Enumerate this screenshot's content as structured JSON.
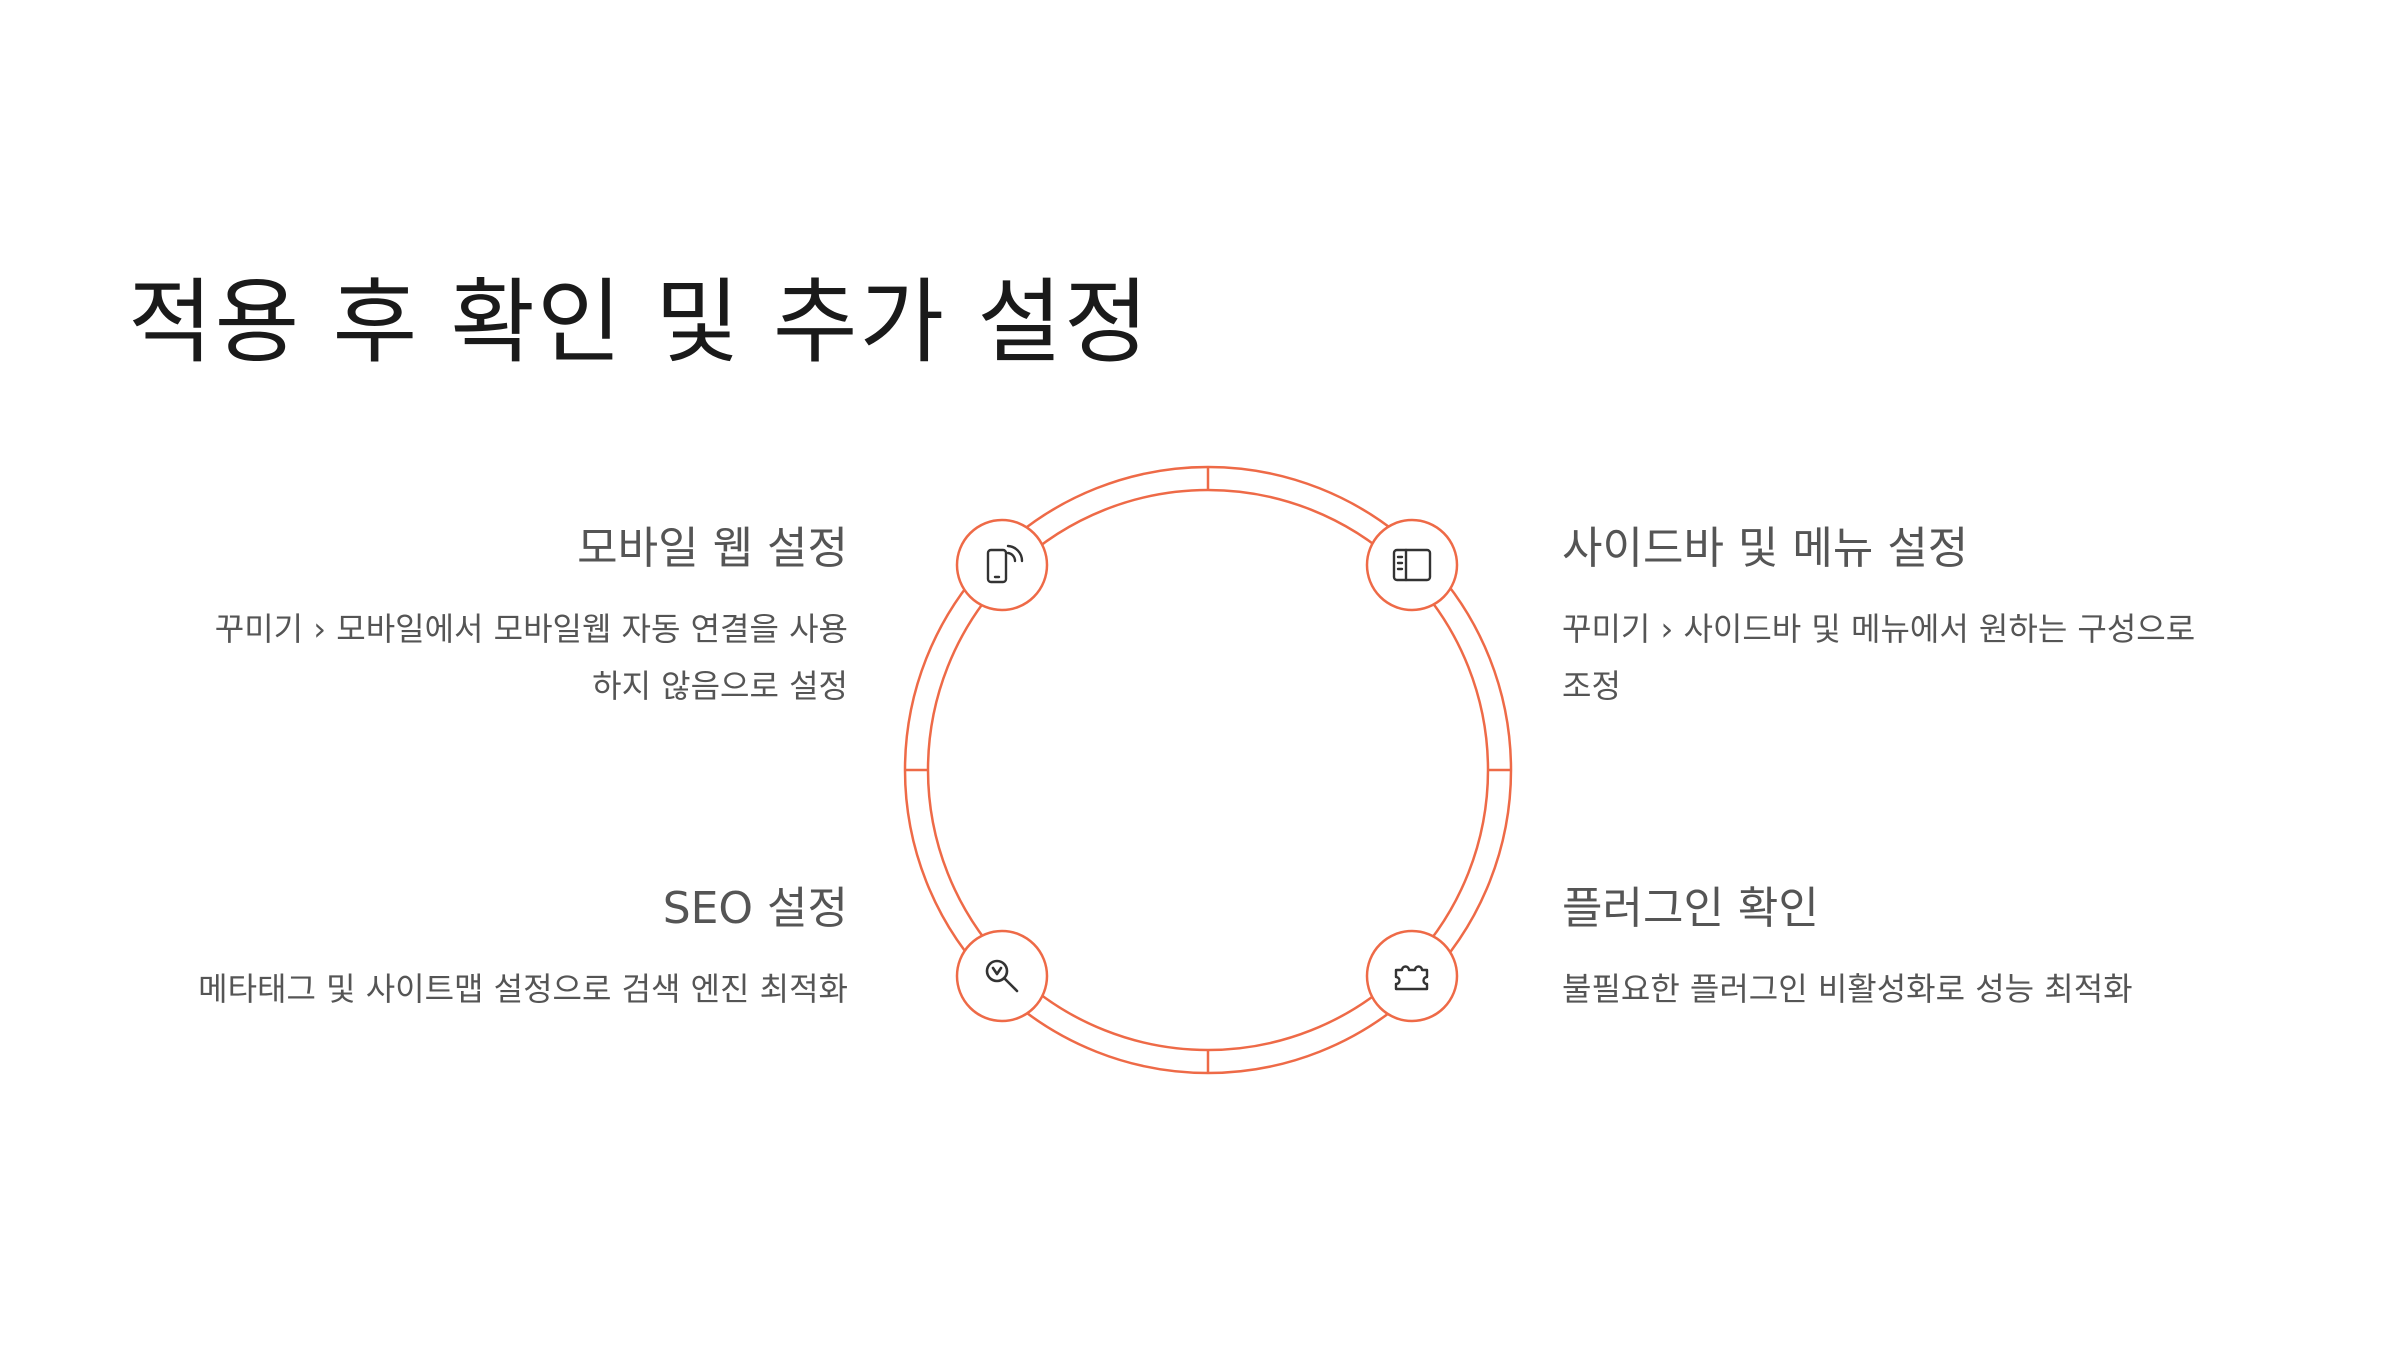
{
  "title": "적용 후 확인 및 추가 설정",
  "accent_color": "#ee6a47",
  "items": [
    {
      "id": "mobile",
      "title": "모바일 웹 설정",
      "line1": "꾸미기 › 모바일에서 모바일웹 자동 연결을 사용",
      "line2": "하지 않음으로 설정",
      "icon": "mobile-signal-icon"
    },
    {
      "id": "sidebar",
      "title": "사이드바 및 메뉴 설정",
      "line1": "꾸미기 › 사이드바 및 메뉴에서 원하는 구성으로",
      "line2": "조정",
      "icon": "sidebar-layout-icon"
    },
    {
      "id": "seo",
      "title": "SEO 설정",
      "line1": "메타태그 및 사이트맵 설정으로 검색 엔진 최적화",
      "icon": "search-magnifier-icon"
    },
    {
      "id": "plugin",
      "title": "플러그인 확인",
      "line1": "불필요한 플러그인 비활성화로 성능 최적화",
      "icon": "puzzle-piece-icon"
    }
  ]
}
